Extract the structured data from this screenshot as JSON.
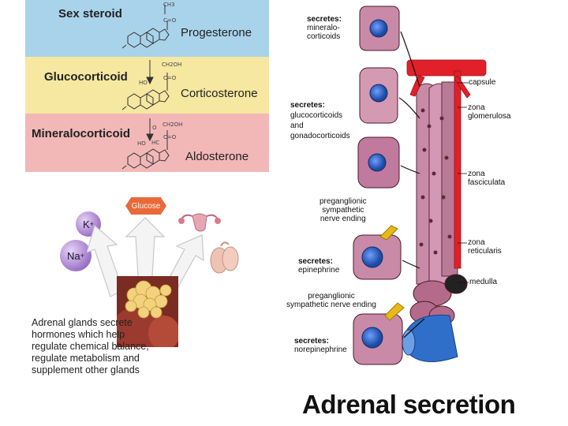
{
  "steroid_panel": {
    "rows": [
      {
        "class_label": "Sex steroid",
        "hormone": "Progesterone",
        "chem_top": "CH3",
        "chem_group": "C=O",
        "color": "#a9d3ea"
      },
      {
        "class_label": "Glucocorticoid",
        "hormone": "Corticosterone",
        "chem_top": "CH2OH",
        "chem_group": "C=O",
        "chem_ho": "HO",
        "color": "#f6e7a1"
      },
      {
        "class_label": "Mineralocorticoid",
        "hormone": "Aldosterone",
        "chem_top": "CH2OH",
        "chem_group": "C=O",
        "chem_ho": "HO",
        "chem_hc": "HC",
        "chem_o": "O",
        "color": "#f2b7b7"
      }
    ]
  },
  "illustration": {
    "ion_k": "K",
    "ion_k_charge": "+",
    "ion_na": "Na",
    "ion_na_charge": "+",
    "glucose": "Glucose",
    "caption": "Adrenal glands secrete hormones which help regulate chemical balance, regulate metabolism and supplement other glands"
  },
  "adrenal_diagram": {
    "title": "Adrenal secretion",
    "secretes": [
      {
        "prefix": "secretes:",
        "lines": [
          "mineralo-",
          "corticoids"
        ]
      },
      {
        "prefix": "secretes:",
        "lines": [
          "glucocorticoids",
          "and",
          "gonadocorticoids"
        ]
      },
      {
        "prefix": "secretes:",
        "lines": [
          "epinephrine"
        ]
      },
      {
        "prefix": "secretes:",
        "lines": [
          "norepinephrine"
        ]
      }
    ],
    "nerve_labels": [
      [
        "preganglionic",
        "sympathetic",
        "nerve ending"
      ],
      [
        "preganglionic",
        "sympathetic nerve ending"
      ]
    ],
    "zones": [
      [
        "capsule"
      ],
      [
        "zona",
        "glomerulosa"
      ],
      [
        "zona",
        "fasciculata"
      ],
      [
        "zona",
        "reticularis"
      ],
      [
        "medulla"
      ]
    ],
    "colors": {
      "artery": "#e1202a",
      "cell_pink": "#c98aa8",
      "nucleus": "#2c5fb8",
      "vein": "#2f6fc9",
      "nerve": "#e8b81a"
    }
  }
}
